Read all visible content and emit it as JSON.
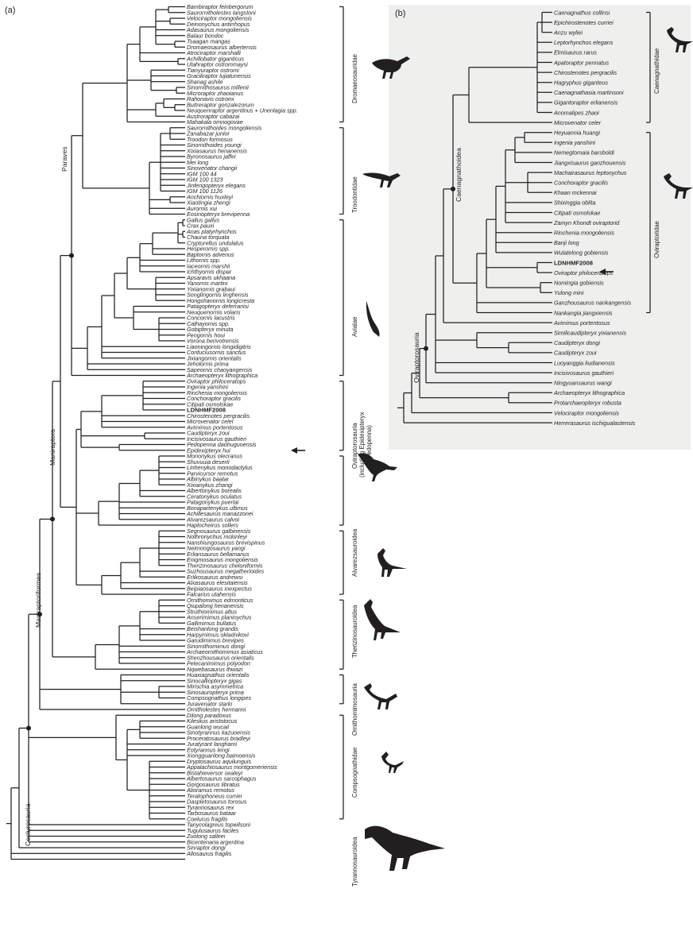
{
  "panel_a": {
    "label": "(a)",
    "taxa": [
      "Bambiraptor feinbergorum",
      "Saurornitholestes langstoni",
      "Velociraptor mongoliensis",
      "Deinonychus antirrhopus",
      "Adasaurus mongoliensis",
      "Balaur bondoc",
      "Tsaagan mangas",
      "Dromaeosaurus albertensis",
      "Atrociraptor marshalli",
      "Achillobator giganticus",
      "Utahraptor ostrommaysi",
      "Tianyuraptor ostromi",
      "Graciliraptor lujiatunensis",
      "Shanag ashile",
      "Sinornithosaurus millenii",
      "Microraptor zhaoianus",
      "Rahonavis ostromi",
      "Buitreraptor gonzalezorum",
      "Neuquenraptor argentinus + Unenlagia spp.",
      "Austroraptor cabazai",
      "Mahakala omnogovae",
      "Saurornithoides mongoliensis",
      "Zanabazar junior",
      "Troodon formosus",
      "Sinornithoides youngi",
      "Xixiasaurus henanensis",
      "Byronosaurus jaffei",
      "Mei long",
      "Sinovenator changii",
      "IGM 100 44",
      "IGM 100 1323",
      "Jinfengopteryx elegans",
      "IGM 100 1126",
      "Anchiornis huxleyi",
      "Xiaotingia zhengi",
      "Aurornis xui",
      "Eosinopteryx brevipenna",
      "Gallus gallus",
      "Crax pauxi",
      "Anas platyrhynchos",
      "Chauna torquata",
      "Crypturellus undulatus",
      "Hesperornis spp.",
      "Baptornis advenus",
      "Lithornis spp.",
      "Iaceornis marshii",
      "Ichthyornis dispar",
      "Apsaravis ukhaana",
      "Yanornis martini",
      "Yixianornis grabaui",
      "Songlingornis linghensis",
      "Hongshanornis longicresta",
      "Patagopteryx deferrariisi",
      "Neuquenornis volans",
      "Concornis lacustris",
      "Cathayornis spp.",
      "Gobipteryx minuta",
      "Pengornis houi",
      "Vorona berivotrensis",
      "Liaoningornis longidigitris",
      "Confuciusornis sanctus",
      "Jixiangornis orientalis",
      "Jeholornis prima",
      "Sapeornis chaoyangensis",
      "Archaeopteryx lithographica",
      "Oviraptor philoceratops",
      "Ingenia yanshini",
      "Rinchenia mongoliensis",
      "Conchoraptor gracilis",
      "Citipati osmolskae",
      "LDNHMF2008",
      "Chirostenotes pergracilis",
      "Microvenator celer",
      "Avimimus portentosus",
      "Caudipteryx zoui",
      "Incisivosaurus gauthieri",
      "Pedopenna daohuguoensis",
      "Epidexipteryx hui",
      "Mononykus olecranus",
      "Shuvuuia deserti",
      "Linhenykus monodactylus",
      "Parvicursor remotus",
      "Albinykus baatar",
      "Xixianykus zhangi",
      "Albertonykus borealis",
      "Ceratonykus oculatus",
      "Patagonykus puertai",
      "Bonapartenykus ultimus",
      "Achillesaurus manazzonei",
      "Alvarezsaurus calvoi",
      "Haplocheirus sollers",
      "Segnosaurus galbinensis",
      "Nothronychus mckinleyi",
      "Nanshiungosaurus brevispinus",
      "Neimongosaurus yangi",
      "Erliansaurus bellamanus",
      "Enigmosaurus mongoliensis",
      "Therizinosaurus cheloniformis",
      "Suzhousaurus megatherioides",
      "Erlikosaurus andrewsi",
      "Alxasaurus elesitaiensis",
      "Beipiaosaurus inexpectus",
      "Falcarius utahensis",
      "Ornithomimus edmonticus",
      "Qiupalong henanensis",
      "Struthiomimus altus",
      "Anserimimus planinychus",
      "Gallimimus bullatus",
      "Beishanlong grandis",
      "Harpymimus okladnikovi",
      "Garudimimus brevipes",
      "Sinornithomimus dongi",
      "Archaeornithomimus asiaticus",
      "Shenzhousaurus orientalis",
      "Pelecanimimus polyodon",
      "Nqwebasaurus thwazi",
      "Huaxiagnathus orientalis",
      "Sinocalliopteryx gigas",
      "Mirischia asymmetrica",
      "Sinosauropteryx prima",
      "Compsognathus longipes",
      "Juravenator starki",
      "Ornitholestes hermanni",
      "Dilong paradoxus",
      "Kileskus aristotocus",
      "Guanlong wucaii",
      "Sinotyrannus kazuoensis",
      "Proceratosaurus bradleyi",
      "Juratyrant langhami",
      "Eotyrannus lengi",
      "Xiongguanlong baimoensis",
      "Dryptosaurus aquilunguis",
      "Appalachiosaurus montgomeriensis",
      "Bistahieversor sealeyi",
      "Albertosaurus sarcophagus",
      "Gorgosaurus libratus",
      "Alioramus remotus",
      "Teratophoneus curriei",
      "Daspletosaurus torosus",
      "Tyrannosaurus rex",
      "Tarbosaurus bataar",
      "Coelurus fragilis",
      "Tanycolagreus topwilsoni",
      "Tugulusaurus faciles",
      "Zuolong salleei",
      "Bicentenaria argentina",
      "Sinraptor dongi",
      "Allosaurus fragilis"
    ],
    "groups": [
      "Dromaeosauridae",
      "Troodontidae",
      "Avialae",
      "Oviraptorosauria",
      "(including Epidexipteryx",
      "& Pedopenna)",
      "Alvarezsauroidea",
      "Therizinosauroidea",
      "Ornithomimosauria",
      "Compsognathidae",
      "Tyrannosauroidea"
    ],
    "clades": [
      "Paraves",
      "Maniraptora",
      "Maniraptoriformes",
      "Coelurosauria"
    ]
  },
  "panel_b": {
    "label": "(b)",
    "taxa": [
      "Caenagnathus collinsi",
      "Epichirostenotes curriei",
      "Anzu wyliei",
      "Leptorhynchos elegans",
      "Elmisaurus rarus",
      "Apatoraptor pennatus",
      "Chirostenotes pergracilis",
      "Hagryphus giganteus",
      "Caenagnathasia martinsoni",
      "Gigantoraptor erlianensis",
      "Anomalipes zhaoi",
      "Microvenator celer",
      "Heyuannia huangi",
      "Ingenia yanshini",
      "Nemegtomaia barsboldi",
      "Jiangxisaurus ganzhouensis",
      "Machairasaurus leptonychus",
      "Conchoraptor gracilis",
      "Khaan mckennai",
      "Shixinggia oblita",
      "Citipati osmolskae",
      "Zamyn Khondt oviraptorid",
      "Rinchenia mongoliensis",
      "Banji long",
      "Wulatelong gobiensis",
      "LDNHMF2008",
      "Oviraptor philoceratops",
      "Nomingia gobiensis",
      "Yulong mini",
      "Ganzhousaurus nankangensis",
      "Nankangia jiangxiensis",
      "Avimimus portentosus",
      "Similicaudipteryx yixianensis",
      "Caudipteryx dongi",
      "Caudipteryx zoui",
      "Luoyanggia liudianensis",
      "Incisivosaurus gauthieri",
      "Ningyuansaurus wangi",
      "Archaeopteryx lithographica",
      "Protarchaeopteryx robusta",
      "Velociraptor mongoliensis",
      "Herrerasaurus ischigualastensis"
    ],
    "groups": [
      "Caenagnathidae",
      "Oviraptoridae"
    ],
    "clades": [
      "Caenagnathoidea",
      "Oviraptorosauria"
    ]
  },
  "highlight": "LDNHMF2008",
  "colors": {
    "ink": "#231f20",
    "panel_b_bg": "#efefee"
  }
}
